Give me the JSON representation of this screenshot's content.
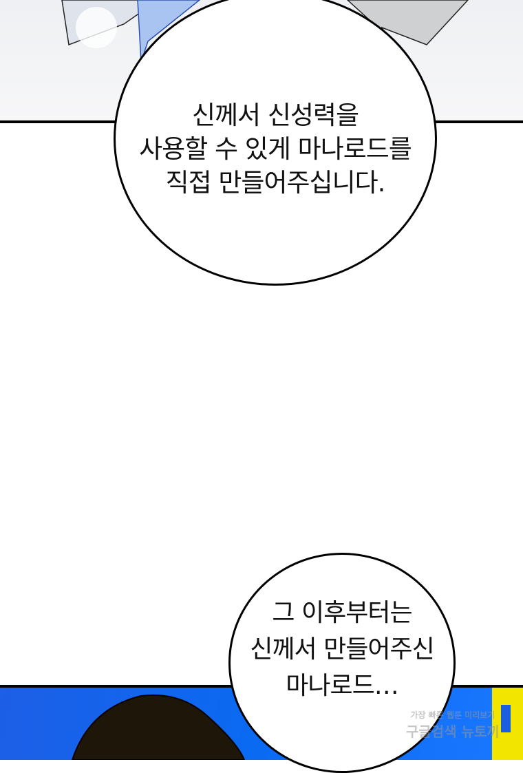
{
  "bubble1": {
    "lines": [
      "신께서 신성력을",
      "사용할 수 있게 마나로드를",
      "직접 만들어주십니다."
    ]
  },
  "bubble2": {
    "lines": [
      "그 이후부터는",
      "신께서 만들어주신",
      "마나로드…"
    ]
  },
  "watermark": {
    "line1": "가장 빠른 웹툰 미리보기",
    "line2": "구글검색 뉴토끼"
  },
  "colors": {
    "sky": "#0a6af2",
    "head": "#1e1608",
    "yellow": "#f2e600"
  }
}
